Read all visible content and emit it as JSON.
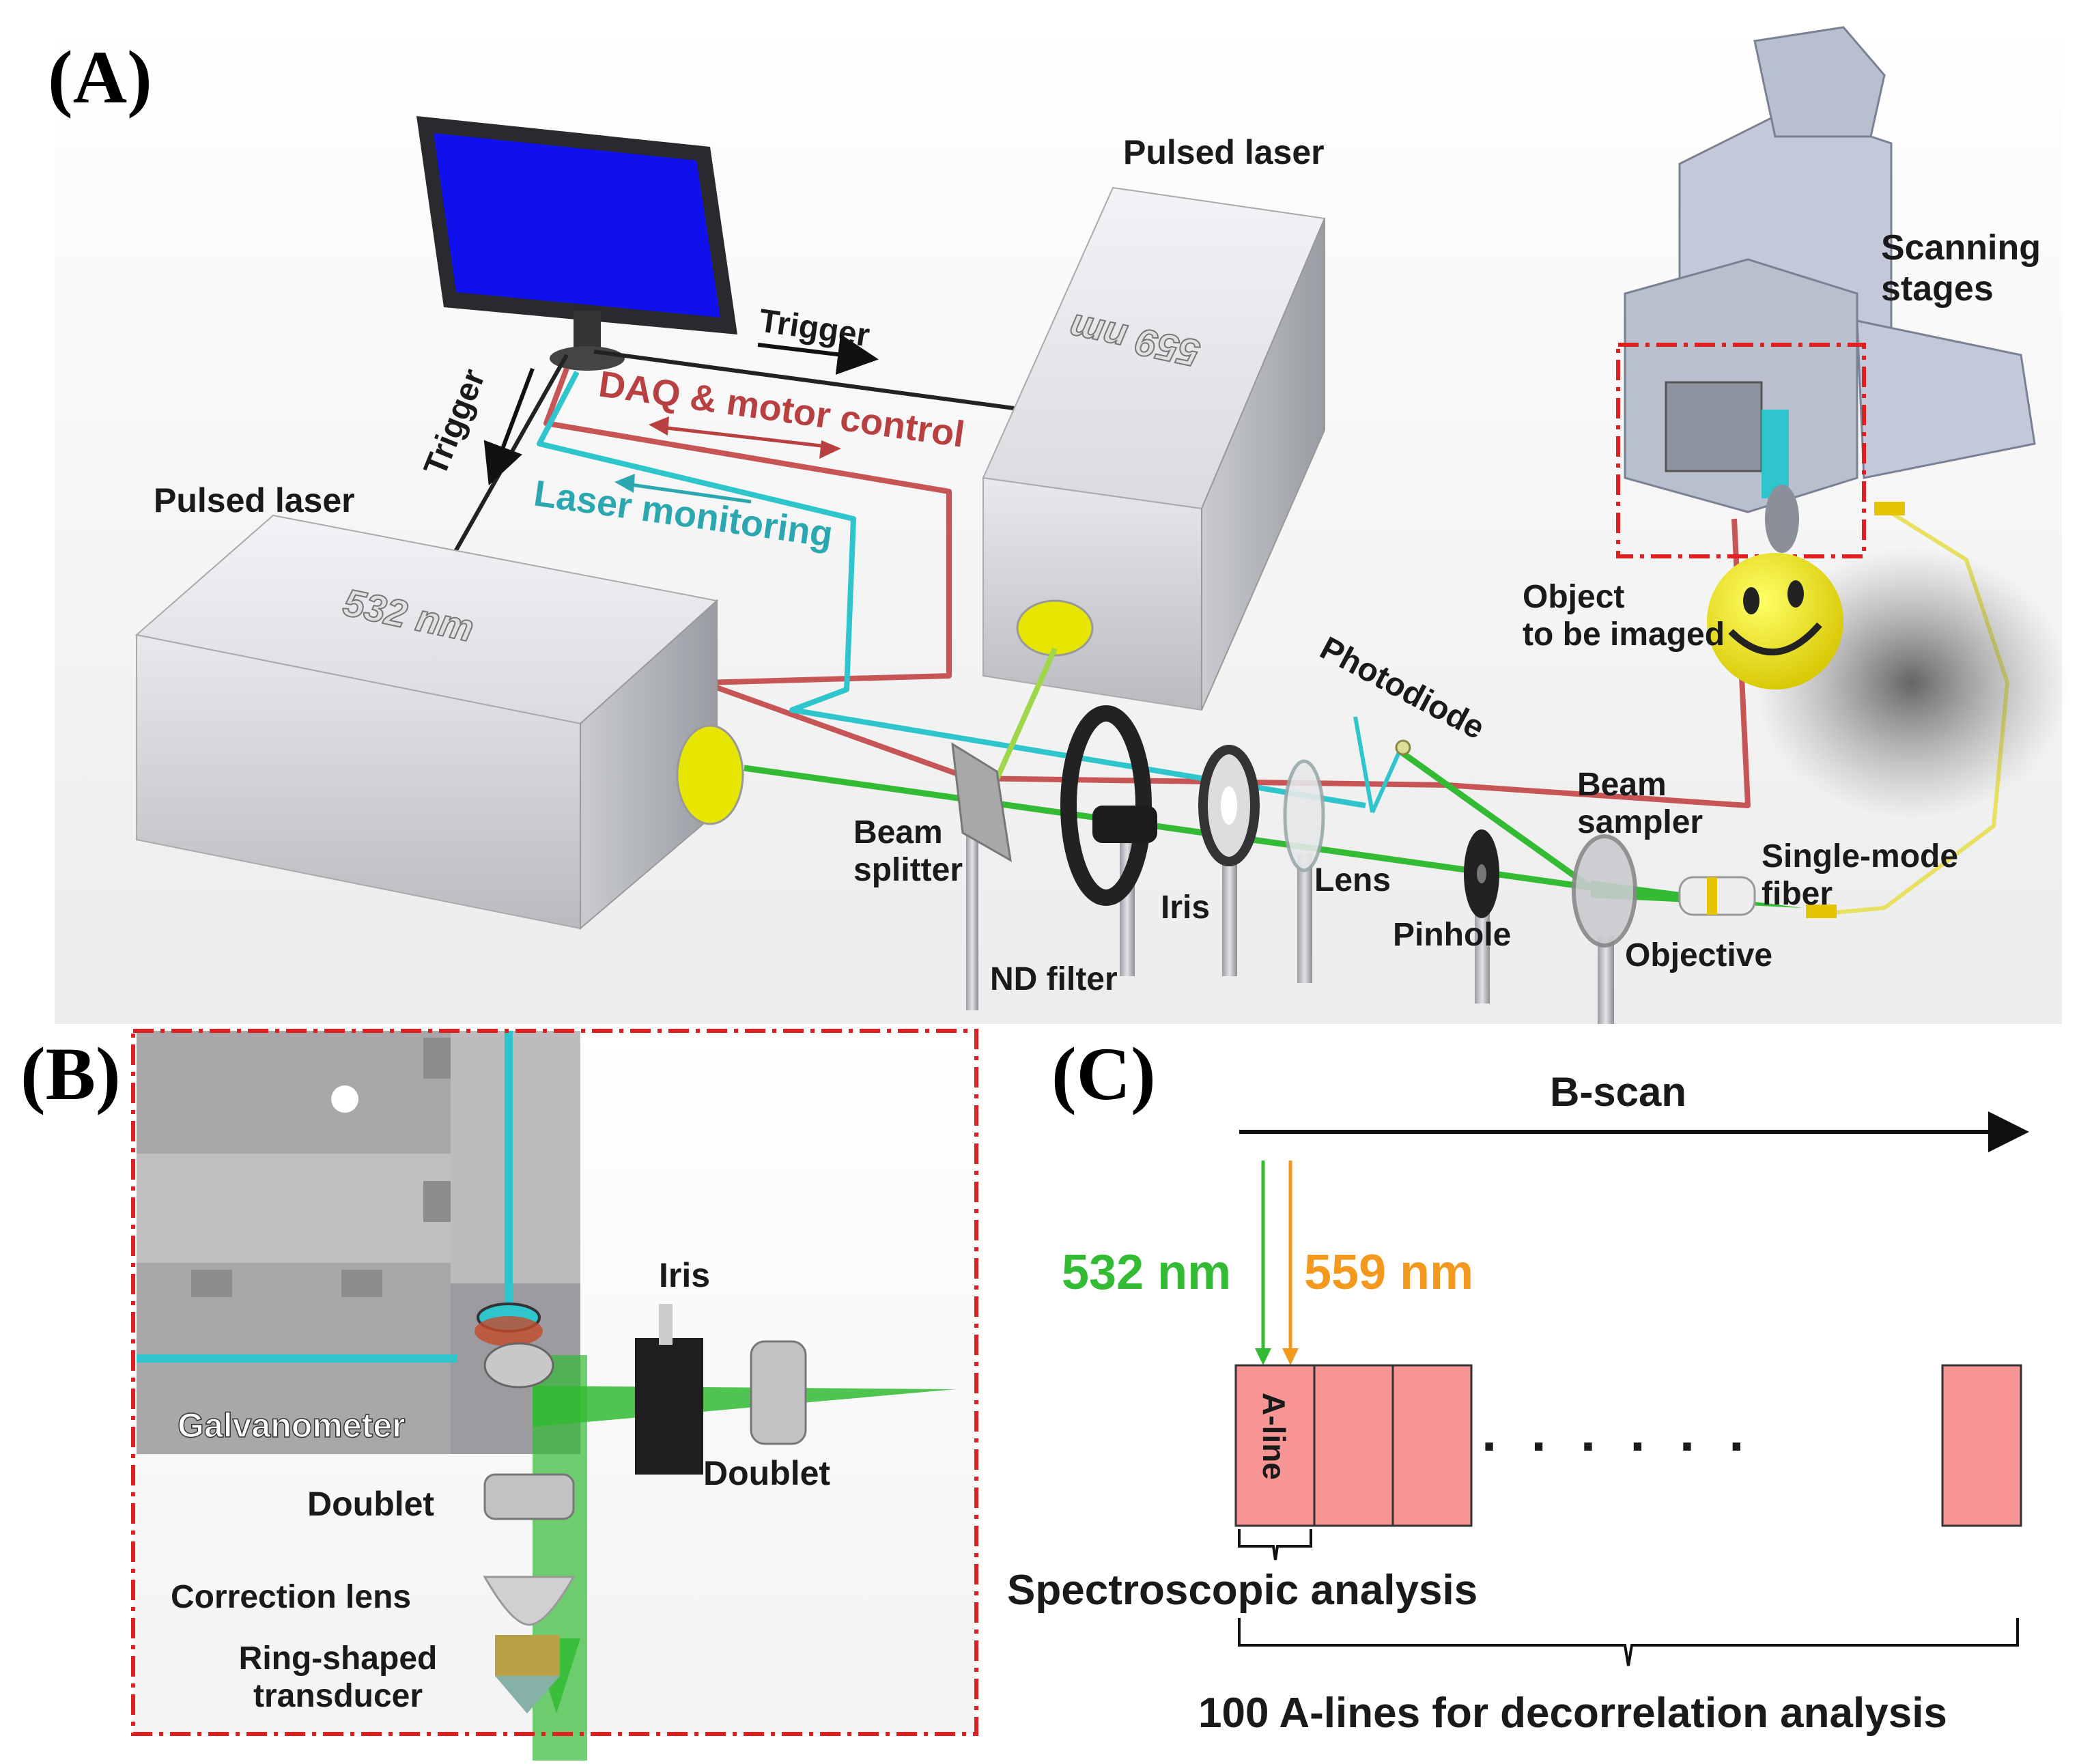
{
  "panels": {
    "a": "(A)",
    "b": "(B)",
    "c": "(C)"
  },
  "panel_a": {
    "laser_1_label": "Pulsed laser",
    "laser_1_wavelength": "532 nm",
    "laser_2_label": "Pulsed laser",
    "laser_2_wavelength": "559 nm",
    "trigger_label_1": "Trigger",
    "trigger_label_2": "Trigger",
    "daq_label": "DAQ & motor control",
    "monitor_label": "Laser monitoring",
    "scanning_stages": "Scanning\nstages",
    "object_label": "Object\nto be imaged",
    "photodiode": "Photodiode",
    "beam_sampler": "Beam\nsampler",
    "single_mode_fiber": "Single-mode\nfiber",
    "beam_splitter": "Beam\nsplitter",
    "iris": "Iris",
    "lens": "Lens",
    "pinhole": "Pinhole",
    "nd_filter": "ND filter",
    "objective": "Objective"
  },
  "panel_b": {
    "iris": "Iris",
    "galvanometer": "Galvanometer",
    "doublet_1": "Doublet",
    "doublet_2": "Doublet",
    "correction_lens": "Correction lens",
    "transducer": "Ring-shaped\ntransducer"
  },
  "panel_c": {
    "bscan": "B-scan",
    "wavelength_1": "532 nm",
    "wavelength_2": "559 nm",
    "aline": "A-line",
    "dots": ". . . . . .",
    "spectroscopic": "Spectroscopic analysis",
    "decorrelation": "100 A-lines for decorrelation analysis"
  },
  "colors": {
    "green_beam": "#33bb33",
    "orange": "#f39a1e",
    "cyan_cable": "#2ec6cc",
    "red_cable": "#c85555",
    "dashed_box": "#e02020",
    "aline_fill": "#f79595",
    "screen_blue": "#1010ee",
    "laser_aperture": "#e6e600"
  }
}
